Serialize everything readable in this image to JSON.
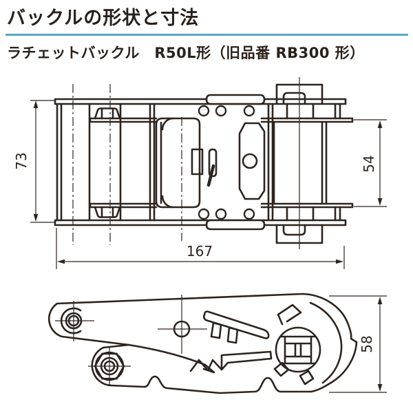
{
  "page": {
    "title": "バックルの形状と寸法",
    "subtitle": "ラチェットバックル　R50L形（旧品番 RB300 形）"
  },
  "dimensions": {
    "top_view_height": "73",
    "top_view_right_height": "54",
    "top_view_width": "167",
    "side_view_height": "58"
  },
  "colors": {
    "line": "#2d241e",
    "underline_accent": "#5ba7c6",
    "background": "#ffffff"
  }
}
